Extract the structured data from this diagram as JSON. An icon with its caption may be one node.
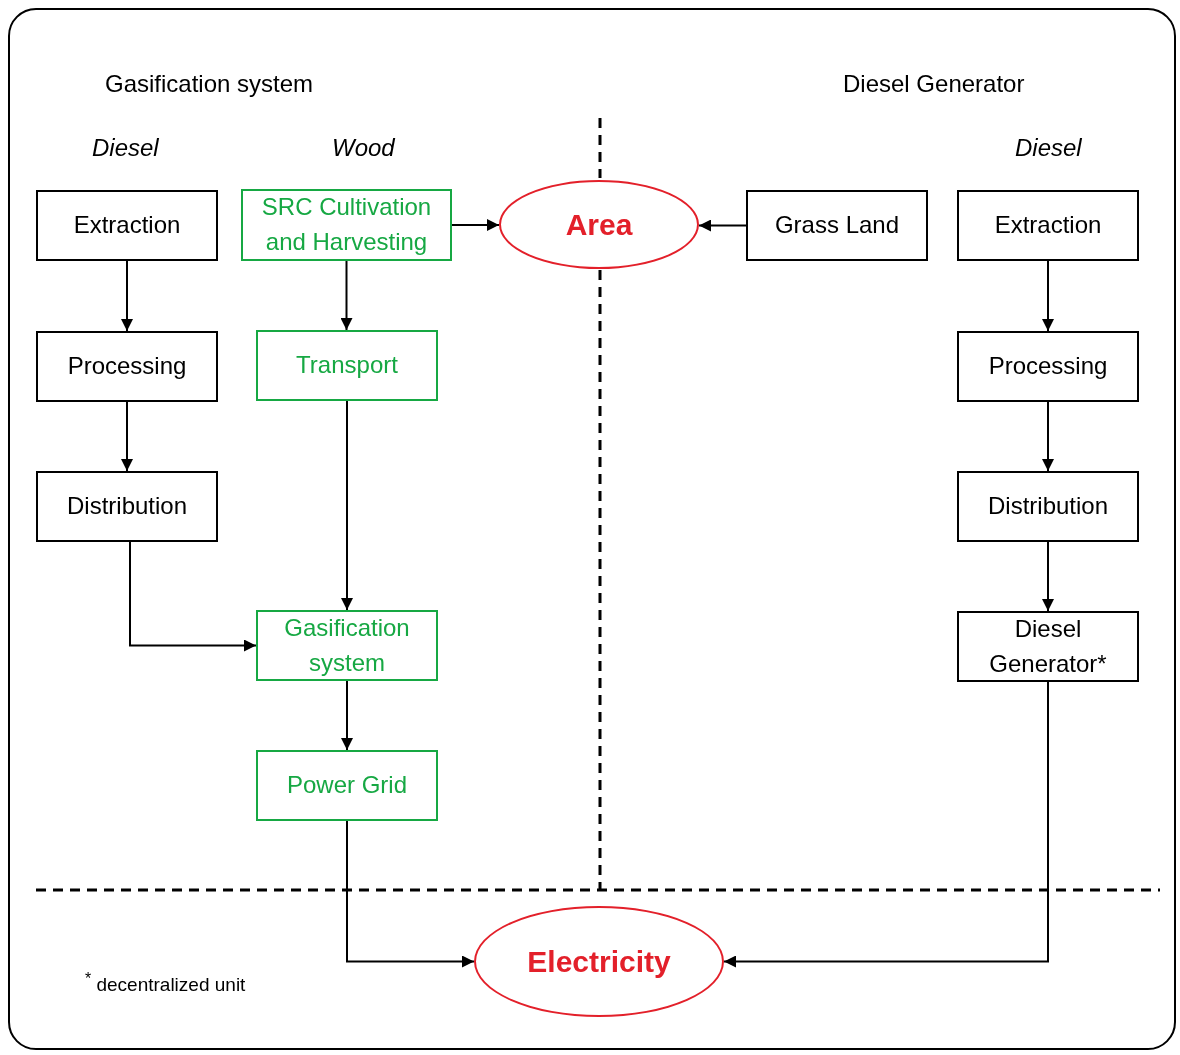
{
  "diagram": {
    "nodes": [
      {
        "text": [
          "Extraction"
        ]
      },
      {
        "text": [
          "Processing"
        ]
      },
      {
        "text": [
          "Distribution"
        ]
      },
      {
        "text": [
          "SRC Cultivation and Harvesting"
        ]
      },
      {
        "text": [
          "Transport"
        ]
      },
      {
        "text": [
          "Gasification system"
        ]
      },
      {
        "text": [
          "Power Grid"
        ]
      },
      {
        "text": [
          "Area"
        ]
      },
      {
        "text": [
          "Grass Land"
        ]
      },
      {
        "text": [
          "Extraction"
        ]
      },
      {
        "text": [
          "Processing"
        ]
      },
      {
        "text": [
          "Distribution"
        ]
      },
      {
        "text": [
          "Diesel Generator*"
        ]
      },
      {
        "text": [
          "Electricity"
        ]
      }
    ],
    "edges": [
      {
        "from": 0,
        "to": 1,
        "arrow": "to"
      },
      {
        "from": 1,
        "to": 2,
        "arrow": "to"
      },
      {
        "from": 2,
        "to": 5,
        "arrow": "to"
      },
      {
        "from": 3,
        "to": 4,
        "arrow": "to"
      },
      {
        "from": 4,
        "to": 5,
        "arrow": "to"
      },
      {
        "from": 5,
        "to": 6,
        "arrow": "to"
      },
      {
        "from": 3,
        "to": 7,
        "arrow": "to"
      },
      {
        "from": 8,
        "to": 7,
        "arrow": "to"
      },
      {
        "from": 9,
        "to": 10,
        "arrow": "to"
      },
      {
        "from": 10,
        "to": 11,
        "arrow": "to"
      },
      {
        "from": 11,
        "to": 12,
        "arrow": "to"
      },
      {
        "from": 6,
        "to": 13,
        "arrow": "to"
      },
      {
        "from": 12,
        "to": 13,
        "arrow": "to"
      }
    ],
    "labels": [
      "Gasification system",
      "Diesel Generator",
      "Diesel",
      "Wood",
      "Diesel",
      "$^{*}$ decentralized unit"
    ]
  }
}
